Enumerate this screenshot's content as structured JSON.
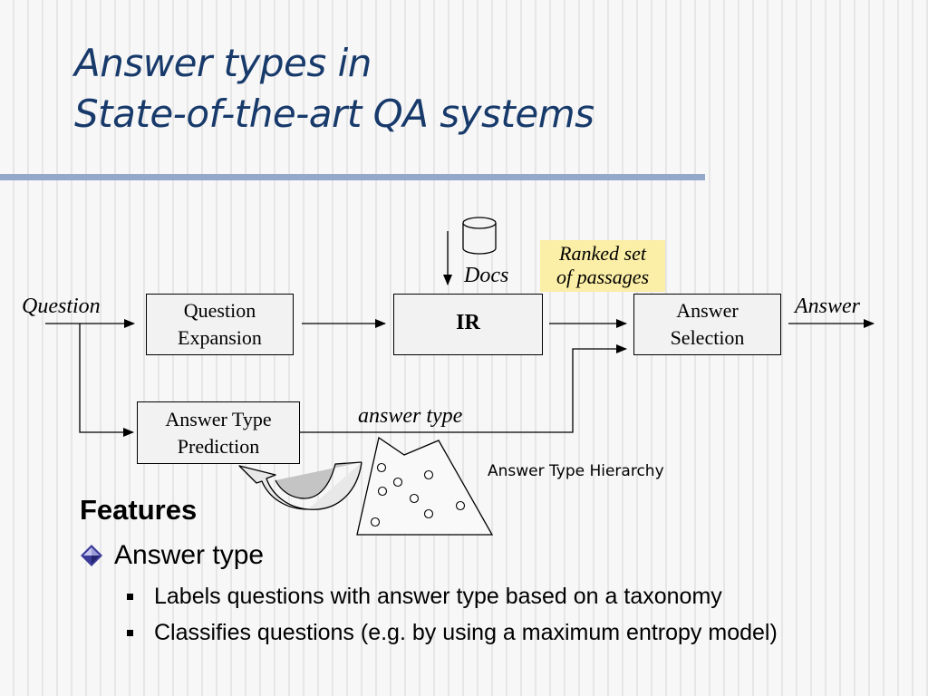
{
  "title": {
    "line1": "Answer types in",
    "line2": "State-of-the-art QA systems"
  },
  "diagram": {
    "input_label": "Question",
    "output_label": "Answer",
    "docs_label": "Docs",
    "answer_type_label": "answer type",
    "ranked_note": {
      "line1": "Ranked set",
      "line2": "of passages"
    },
    "boxes": {
      "question_expansion": {
        "line1": "Question",
        "line2": "Expansion"
      },
      "ir": "IR",
      "answer_selection": {
        "line1": "Answer",
        "line2": "Selection"
      },
      "answer_type_prediction": {
        "line1": "Answer Type",
        "line2": "Prediction"
      }
    },
    "hierarchy_label": "Answer Type Hierarchy",
    "icons": [
      "database-icon",
      "mountain-hierarchy-icon",
      "curved-arrow-icon"
    ]
  },
  "content": {
    "heading": "Features",
    "bullet": "Answer type",
    "subbullets": [
      "Labels questions with answer type based on a taxonomy",
      "Classifies questions (e.g. by using a maximum entropy model)"
    ]
  },
  "colors": {
    "title": "#173a6b",
    "rule": "#94a9c9",
    "note_background": "#fbeea6",
    "bullet_diamond": "#3b3b9a"
  }
}
